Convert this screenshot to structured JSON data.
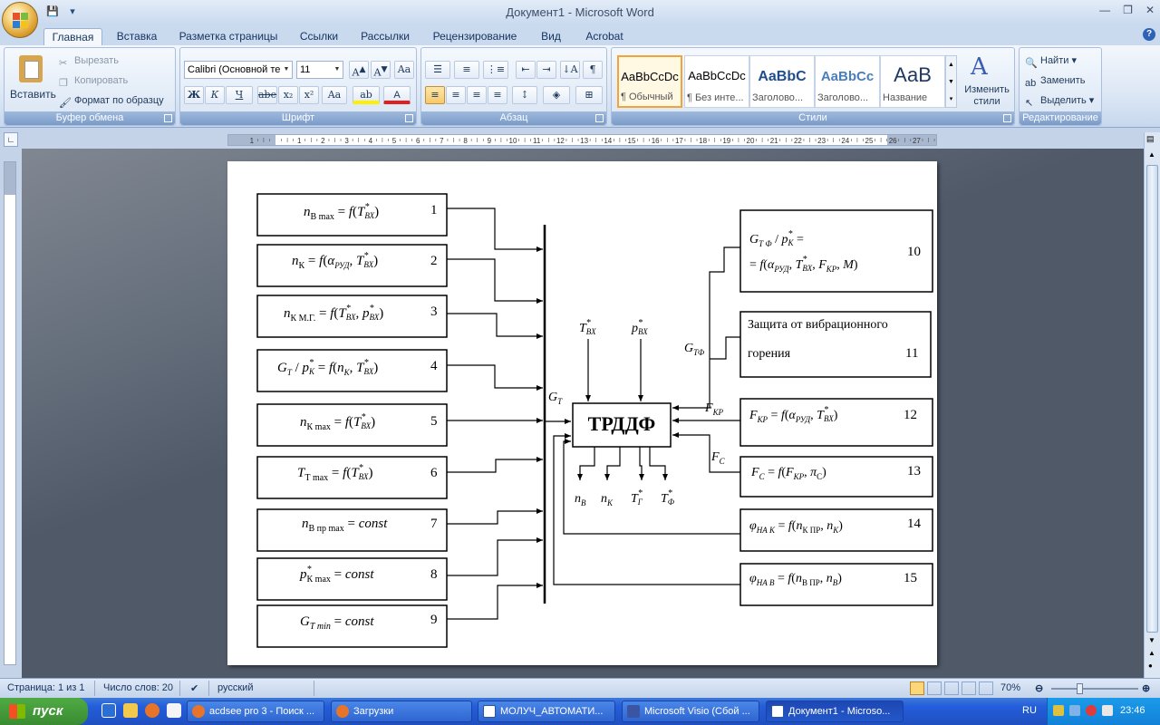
{
  "window": {
    "title": "Документ1 - Microsoft Word"
  },
  "tabs": [
    "Главная",
    "Вставка",
    "Разметка страницы",
    "Ссылки",
    "Рассылки",
    "Рецензирование",
    "Вид",
    "Acrobat"
  ],
  "ribbon": {
    "clipboard": {
      "label": "Буфер обмена",
      "paste": "Вставить",
      "cut": "Вырезать",
      "copy": "Копировать",
      "format_painter": "Формат по образцу"
    },
    "font": {
      "label": "Шрифт",
      "font_name": "Calibri (Основной те",
      "font_size": "11",
      "bold": "Ж",
      "italic": "К",
      "underline": "Ч",
      "strike": "abe",
      "subscript": "x₂",
      "superscript": "x²",
      "case": "Aa"
    },
    "paragraph": {
      "label": "Абзац"
    },
    "styles": {
      "label": "Стили",
      "items": [
        {
          "sample": "AaBbCcDc",
          "name": "¶ Обычный"
        },
        {
          "sample": "AaBbCcDc",
          "name": "¶ Без инте..."
        },
        {
          "sample": "AaBbC",
          "name": "Заголово..."
        },
        {
          "sample": "AaBbCc",
          "name": "Заголово..."
        },
        {
          "sample": "АаВ",
          "name": "Название"
        }
      ],
      "change_styles": "Изменить стили"
    },
    "editing": {
      "label": "Редактирование",
      "find": "Найти",
      "replace": "Заменить",
      "select": "Выделить"
    }
  },
  "ruler": {
    "labels": [
      "1",
      "2",
      "1",
      "2",
      "3",
      "4",
      "5",
      "6",
      "7",
      "8",
      "9",
      "10",
      "11",
      "12",
      "13",
      "14",
      "15",
      "16",
      "17",
      "18",
      "19",
      "20",
      "21",
      "22",
      "23",
      "24",
      "25",
      "26",
      "27"
    ]
  },
  "diagram": {
    "center": "ТРДДФ",
    "boxes_left": [
      {
        "n": "1"
      },
      {
        "n": "2"
      },
      {
        "n": "3"
      },
      {
        "n": "4"
      },
      {
        "n": "5"
      },
      {
        "n": "6"
      },
      {
        "n": "7"
      },
      {
        "n": "8"
      },
      {
        "n": "9"
      }
    ],
    "boxes_right": [
      {
        "n": "10"
      },
      {
        "n": "11",
        "text1": "Защита от вибрационного",
        "text2": "горения"
      },
      {
        "n": "12"
      },
      {
        "n": "13"
      },
      {
        "n": "14"
      },
      {
        "n": "15"
      }
    ],
    "labels": {
      "gt": "G",
      "gtf": "G",
      "fkr": "F",
      "fc": "F"
    }
  },
  "status": {
    "page": "Страница: 1 из 1",
    "words": "Число слов: 20",
    "lang": "русский",
    "zoom": "70%"
  },
  "taskbar": {
    "start": "пуск",
    "tasks": [
      "acdsee pro 3 - Поиск ...",
      "Загрузки",
      "МОЛУЧ_АВТОМАТИ...",
      "Microsoft Visio (Сбой ...",
      "Документ1 - Microso..."
    ],
    "lang": "RU",
    "time": "23:46"
  }
}
